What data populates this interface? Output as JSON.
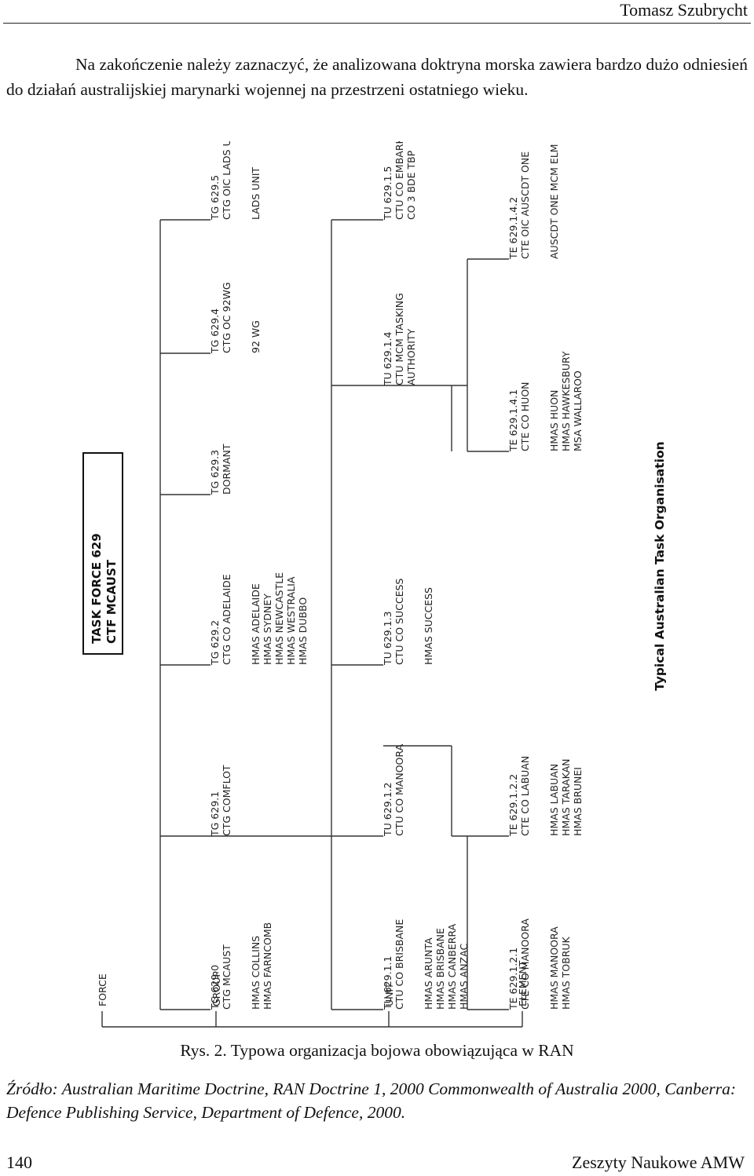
{
  "header": {
    "author": "Tomasz Szubrycht"
  },
  "paragraph": "Na zakończenie należy zaznaczyć, że analizowana doktryna morska zawiera bardzo dużo odniesień do działań australijskiej marynarki wojennej na przestrzeni ostatniego wieku.",
  "figure": {
    "title": "Typical Australian Task Organisation",
    "force": {
      "lines": [
        "TASK FORCE 629",
        "CTF MCAUST"
      ]
    },
    "levels": [
      "FORCE",
      "GROUP",
      "UNIT",
      "ELEMENT"
    ],
    "groups": [
      {
        "lines": [
          "TG 629.0",
          "CTG MCAUST"
        ],
        "members": [
          "HMAS COLLINS",
          "HMAS FARNCOMB"
        ]
      },
      {
        "lines": [
          "TG 629.1",
          "CTG COMFLOT"
        ],
        "members": []
      },
      {
        "lines": [
          "TG 629.2",
          "CTG CO ADELAIDE"
        ],
        "members": [
          "HMAS ADELAIDE",
          "HMAS SYDNEY",
          "HMAS NEWCASTLE",
          "HMAS WESTRALIA",
          "HMAS DUBBO"
        ]
      },
      {
        "lines": [
          "TG 629.3",
          "DORMANT"
        ],
        "members": []
      },
      {
        "lines": [
          "TG 629.4",
          "CTG OC 92WG"
        ],
        "members": [
          "92 WG"
        ]
      },
      {
        "lines": [
          "TG 629.5",
          "CTG OIC LADS UNIT"
        ],
        "members": [
          "LADS UNIT"
        ]
      }
    ],
    "units": [
      {
        "lines": [
          "TU 629.1.1",
          "CTU CO BRISBANE"
        ],
        "members": [
          "HMAS ARUNTA",
          "HMAS BRISBANE",
          "HMAS CANBERRA",
          "HMAS ANZAC"
        ]
      },
      {
        "lines": [
          "TU 629.1.2",
          "CTU CO MANOORA"
        ],
        "members": []
      },
      {
        "lines": [
          "TU 629.1.3",
          "CTU CO SUCCESS"
        ],
        "members": [
          "HMAS SUCCESS"
        ]
      },
      {
        "lines": [
          "TU 629.1.4",
          "CTU MCM TASKING",
          "AUTHORITY"
        ],
        "members": []
      },
      {
        "lines": [
          "TU 629.1.5",
          "CTU CO EMBARKED FORCES",
          "CO 3 BDE TBP"
        ],
        "members": []
      }
    ],
    "elements": [
      {
        "lines": [
          "TE 629.1.2.1",
          "CTE CO MANOORA"
        ],
        "members": [
          "HMAS MANOORA",
          "HMAS TOBRUK"
        ]
      },
      {
        "lines": [
          "TE 629.1.2.2",
          "CTE CO LABUAN"
        ],
        "members": [
          "HMAS LABUAN",
          "HMAS TARAKAN",
          "HMAS BRUNEI"
        ]
      },
      {
        "lines": [
          "TE 629.1.4.1",
          "CTE CO HUON"
        ],
        "members": [
          "HMAS HUON",
          "HMAS HAWKESBURY",
          "MSA WALLAROO"
        ]
      },
      {
        "lines": [
          "TE 629.1.4.2",
          "CTE OIC AUSCDT ONE"
        ],
        "members": [
          "AUSCDT ONE MCM ELM"
        ]
      }
    ]
  },
  "caption": "Rys. 2. Typowa organizacja bojowa obowiązująca w RAN",
  "source": "Źródło: Australian Maritime Doctrine, RAN Doctrine 1, 2000 Commonwealth of Australia 2000, Canberra: Defence Publishing Service, Department of Defence, 2000.",
  "footer": {
    "page_number": "140",
    "journal": "Zeszyty Naukowe AMW"
  }
}
